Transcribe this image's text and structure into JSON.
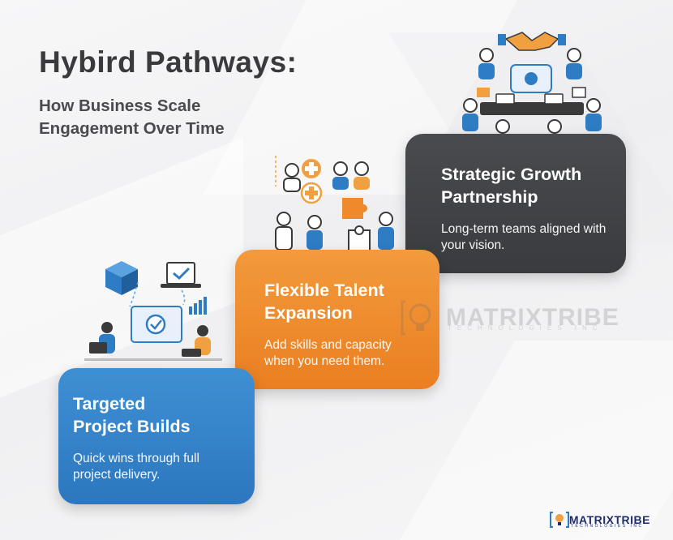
{
  "header": {
    "title": "Hybird Pathways:",
    "subtitle": "How Business Scale Engagement Over Time"
  },
  "cards": [
    {
      "title_line1": "Targeted",
      "title_line2": "Project Builds",
      "desc": "Quick wins through full project delivery.",
      "color": "#3583c9"
    },
    {
      "title_line1": "Flexible Talent",
      "title_line2": "Expansion",
      "desc": "Add skills and capacity when you need them.",
      "color": "#ee8a2c"
    },
    {
      "title_line1": "Strategic Growth",
      "title_line2": "Partnership",
      "desc": "Long-term teams aligned with your vision.",
      "color": "#434447"
    }
  ],
  "watermark": {
    "name": "MATRIXTRIBE",
    "tagline": "TECHNOLOGIES INC"
  },
  "logo": {
    "name": "MATRIXTRIBE",
    "tagline": "TECHNOLOGIES INC"
  },
  "icons": [
    "box-icon",
    "laptop-check-icon",
    "bar-chart-icon",
    "people-icon",
    "puzzle-icon",
    "handshake-icon",
    "meeting-table-icon"
  ]
}
